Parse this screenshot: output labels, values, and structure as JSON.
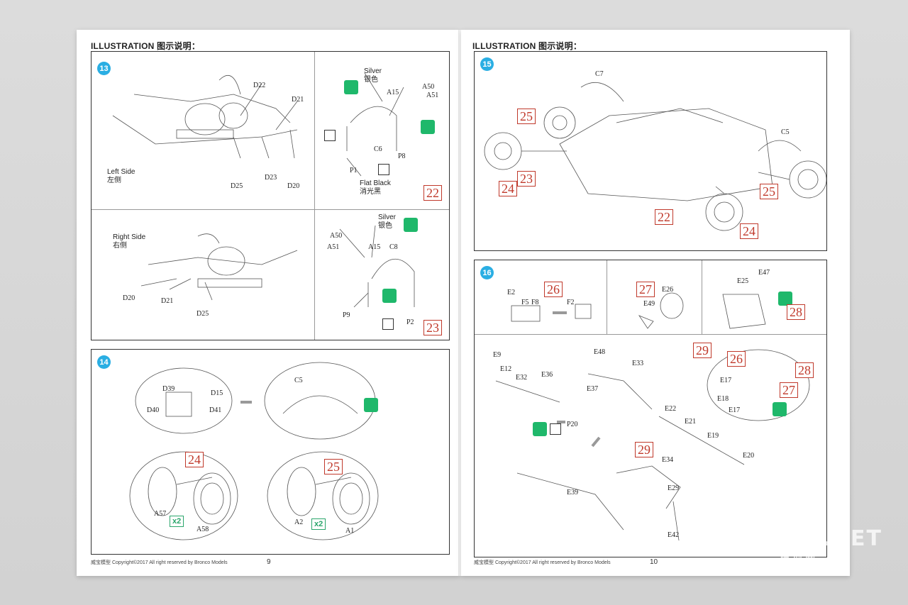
{
  "header": {
    "left": "ILLUSTRATION 图示说明：",
    "right": "ILLUSTRATION 图示说明："
  },
  "steps": {
    "s13": "13",
    "s14": "14",
    "s15": "15",
    "s16": "16"
  },
  "step13": {
    "left_side_en": "Left Side",
    "left_side_cn": "左侧",
    "right_side_en": "Right Side",
    "right_side_cn": "右侧",
    "silver_en": "Silver",
    "silver_cn": "银色",
    "flat_black_en": "Flat Black",
    "flat_black_cn": "消光黑",
    "ref_top": "22",
    "ref_bottom": "23",
    "parts_top_left": [
      "D22",
      "D21",
      "D25",
      "D23",
      "D20"
    ],
    "parts_bottom_left": [
      "D20",
      "D21",
      "D25"
    ],
    "parts_top_right": [
      "A15",
      "A50",
      "A51",
      "C6",
      "P8",
      "P1"
    ],
    "parts_bottom_right": [
      "A50",
      "A51",
      "A15",
      "C8",
      "P9",
      "P2"
    ]
  },
  "step14": {
    "parts_tl": [
      "D39",
      "D15",
      "D40",
      "D41"
    ],
    "parts_tr": [
      "C5"
    ],
    "ref_24": "24",
    "ref_25": "25",
    "parts_bl": [
      "A57",
      "A58"
    ],
    "parts_br": [
      "A2",
      "A1"
    ],
    "multiplier": "x2"
  },
  "step15": {
    "parts": [
      "C7",
      "C5"
    ],
    "refs": [
      "25",
      "24",
      "23",
      "22",
      "25",
      "24"
    ]
  },
  "step16": {
    "box1_ref": "26",
    "box1_parts": [
      "E2",
      "F5",
      "F8",
      "F2"
    ],
    "box2_ref": "27",
    "box2_parts": [
      "E26",
      "E49"
    ],
    "box3_ref": "28",
    "box3_parts": [
      "E25",
      "E47"
    ],
    "main_parts": [
      "E9",
      "E12",
      "E32",
      "E36",
      "E48",
      "E33",
      "E37",
      "P20",
      "E22",
      "E21",
      "E19",
      "E20",
      "E34",
      "E29",
      "E39",
      "E42"
    ],
    "main_ref": "29",
    "detail_ref_29": "29",
    "detail_ref_26": "26",
    "detail_ref_28": "28",
    "detail_ref_27": "27",
    "detail_parts": [
      "E17",
      "E18",
      "E17"
    ]
  },
  "footer": {
    "left_copy": "威宝模型  Copyright©2017  All right reserved by Bronco Models",
    "left_page": "9",
    "right_copy": "威宝模型  Copyright©2017  All right reserved by Bronco Models",
    "right_page": "10"
  },
  "watermark": {
    "line1": "MOXING.NET",
    "line2": "模型网"
  }
}
